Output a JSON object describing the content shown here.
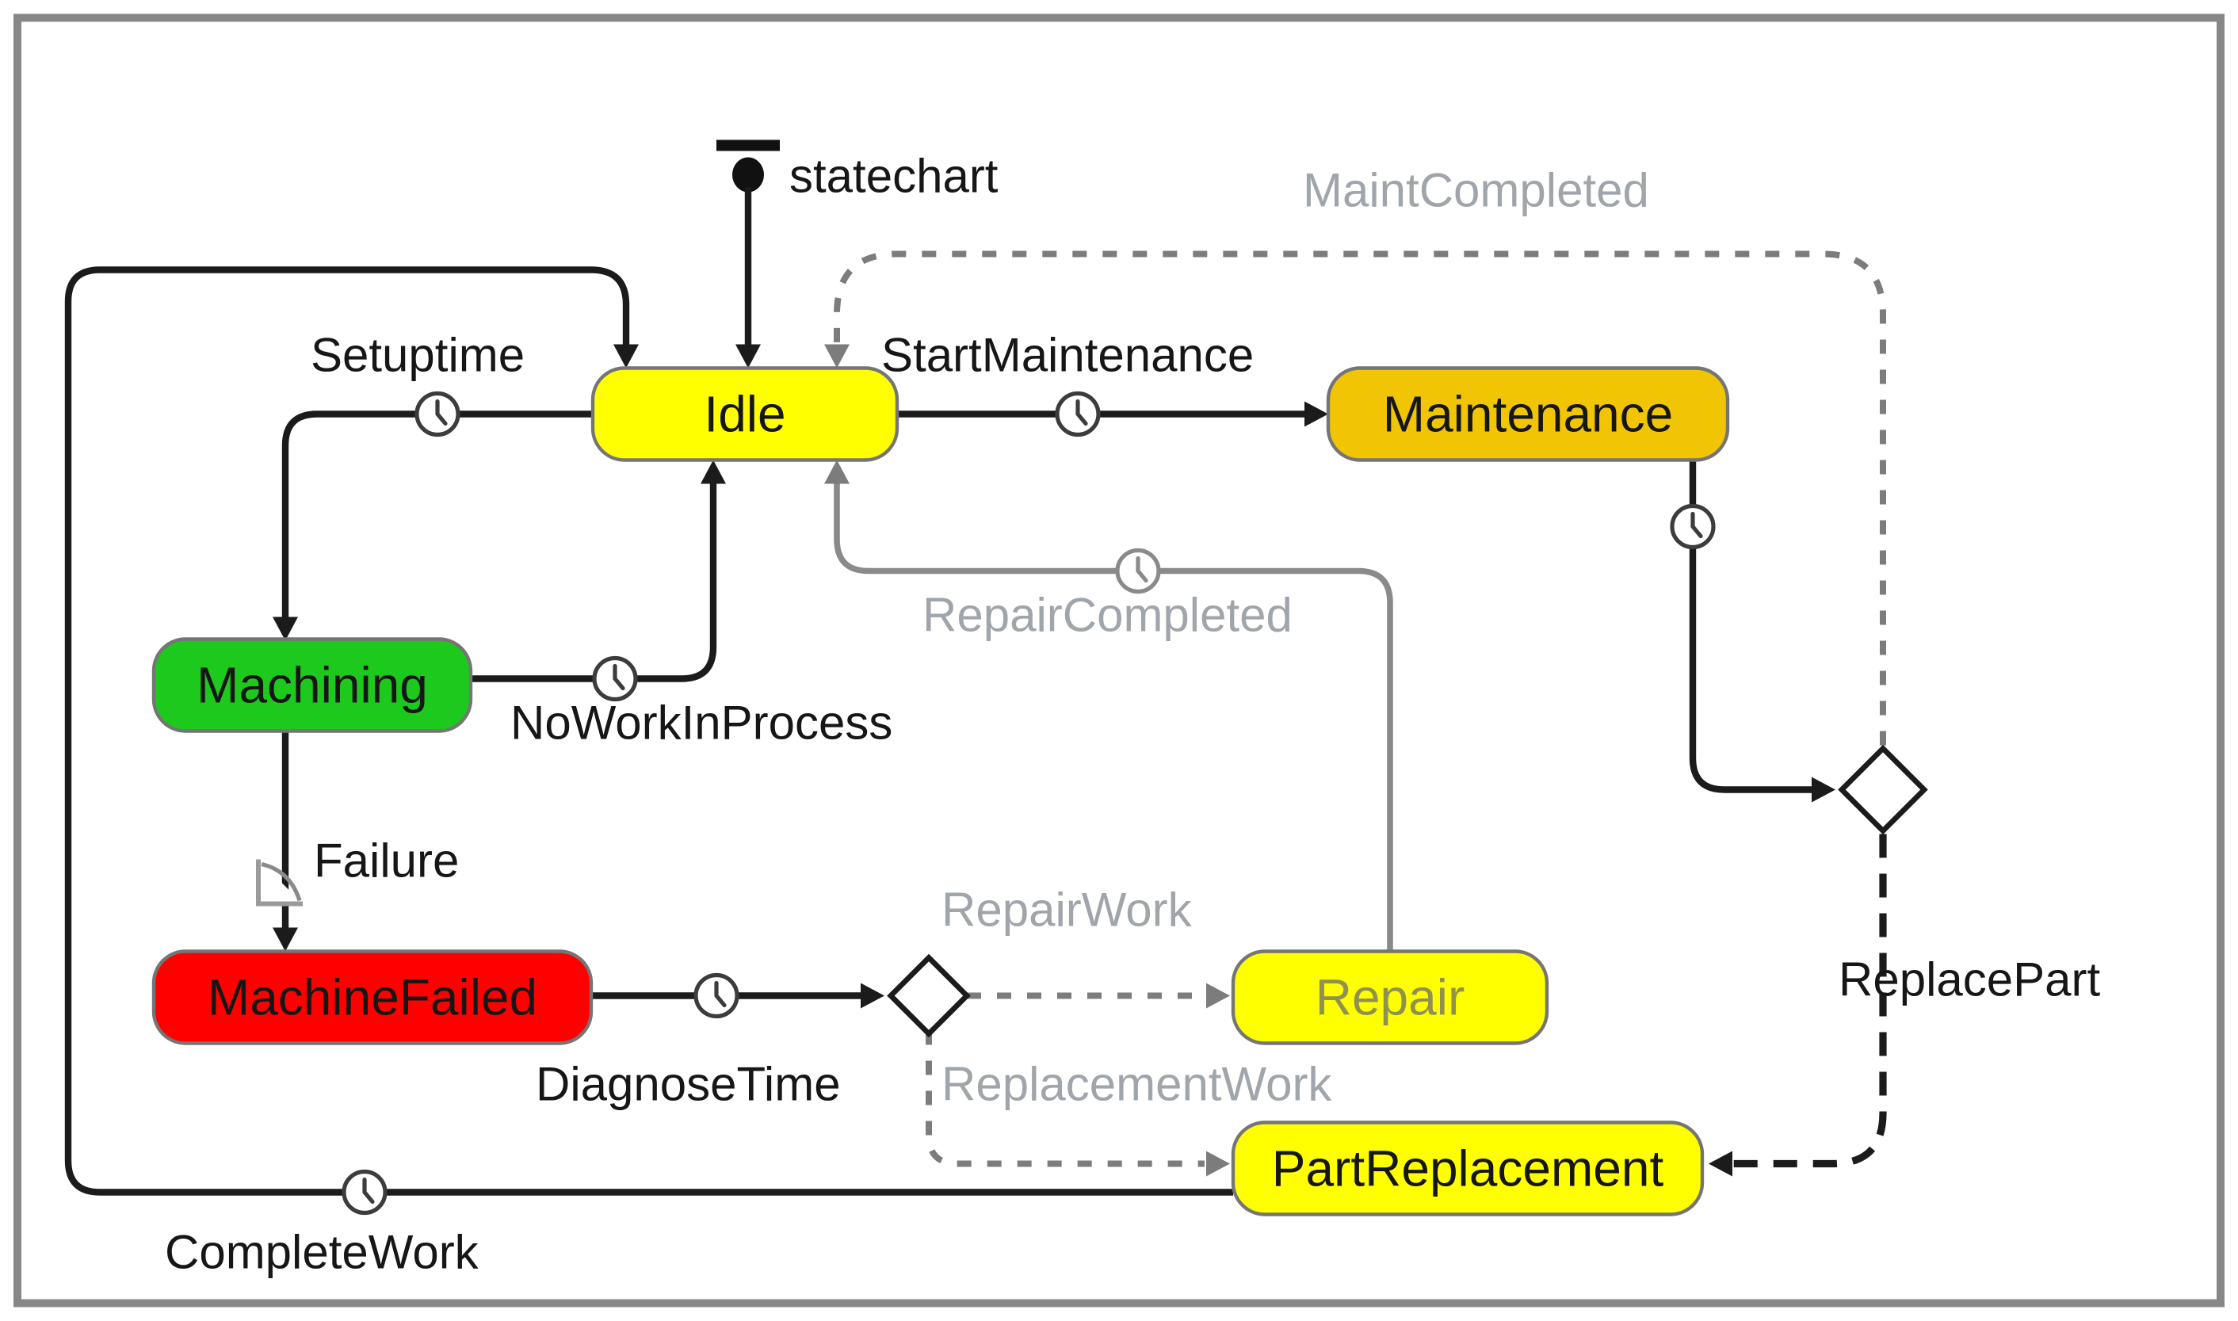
{
  "diagram": {
    "entry": {
      "label": "statechart"
    },
    "states": {
      "idle": {
        "label": "Idle",
        "fill": "#ffff00",
        "text_color": "#161616"
      },
      "maintenance": {
        "label": "Maintenance",
        "fill": "#f2c504",
        "text_color": "#161616"
      },
      "machining": {
        "label": "Machining",
        "fill": "#1dc91d",
        "text_color": "#161616"
      },
      "machine_failed": {
        "label": "MachineFailed",
        "fill": "#ff0000",
        "text_color": "#161616"
      },
      "repair": {
        "label": "Repair",
        "fill": "#ffff00",
        "text_color": "#8f9150"
      },
      "part_replacement": {
        "label": "PartReplacement",
        "fill": "#ffff00",
        "text_color": "#161616"
      }
    },
    "transitions": {
      "setuptime": {
        "label": "Setuptime",
        "trigger_icon": "clock",
        "style": "solid-black"
      },
      "start_maintenance": {
        "label": "StartMaintenance",
        "trigger_icon": "clock",
        "style": "solid-black"
      },
      "maint_completed": {
        "label": "MaintCompleted",
        "trigger_icon": "none",
        "style": "dashed-gray"
      },
      "repair_completed": {
        "label": "RepairCompleted",
        "trigger_icon": "clock",
        "style": "solid-gray"
      },
      "no_work_in_process": {
        "label": "NoWorkInProcess",
        "trigger_icon": "clock",
        "style": "solid-black"
      },
      "failure": {
        "label": "Failure",
        "trigger_icon": "rate",
        "style": "solid-black"
      },
      "diagnose_time": {
        "label": "DiagnoseTime",
        "trigger_icon": "clock",
        "style": "solid-black"
      },
      "repair_work": {
        "label": "RepairWork",
        "trigger_icon": "none",
        "style": "dashed-gray"
      },
      "replacement_work": {
        "label": "ReplacementWork",
        "trigger_icon": "none",
        "style": "dashed-gray"
      },
      "replace_part": {
        "label": "ReplacePart",
        "trigger_icon": "none",
        "style": "dashed-black"
      },
      "complete_work": {
        "label": "CompleteWork",
        "trigger_icon": "clock",
        "style": "solid-black"
      },
      "maintenance_to_branch": {
        "label": "",
        "trigger_icon": "clock",
        "style": "solid-black"
      }
    },
    "colors": {
      "background": "#ffffff",
      "frame": "#878787",
      "black_edge": "#1b1b1b",
      "gray_edge": "#8a8a8a",
      "gray_dashed_edge": "#7c7c7c",
      "gray_label": "#a0a5ab"
    }
  }
}
